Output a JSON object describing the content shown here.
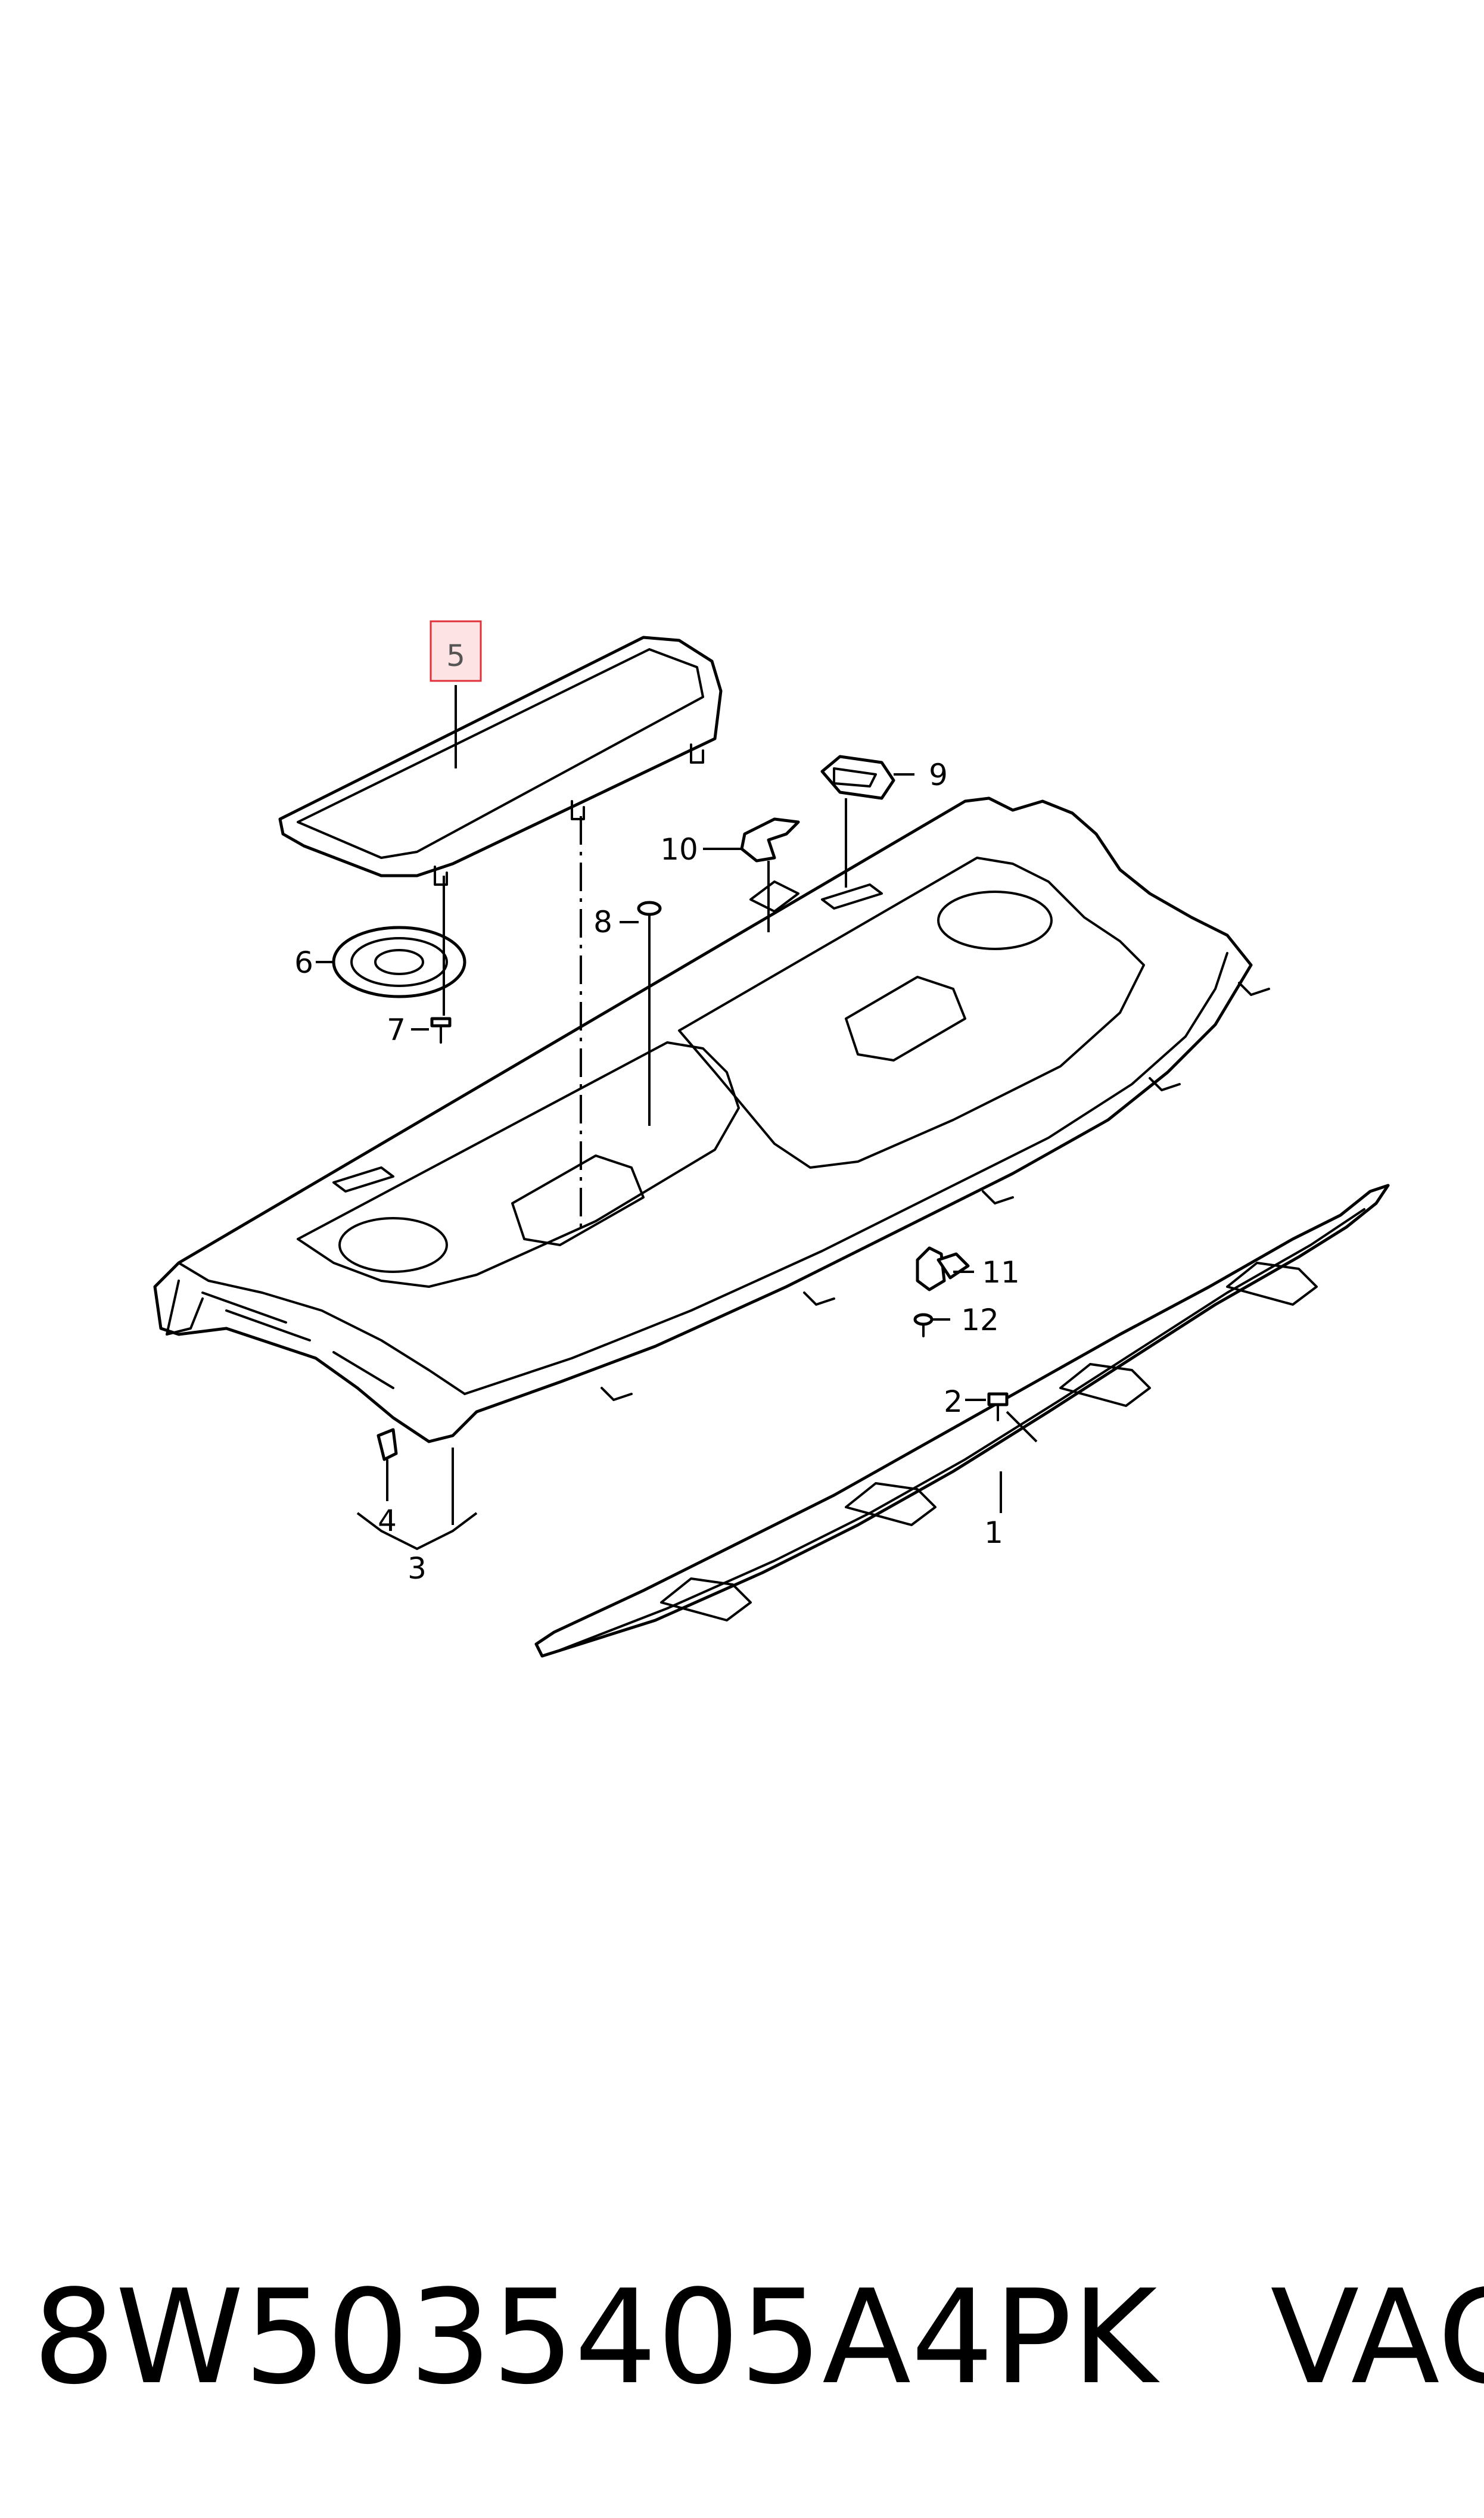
{
  "diagram": {
    "callouts": [
      {
        "id": "1",
        "text": "1"
      },
      {
        "id": "2",
        "text": "2"
      },
      {
        "id": "3",
        "text": "3"
      },
      {
        "id": "4",
        "text": "4"
      },
      {
        "id": "5",
        "text": "5",
        "highlighted": true
      },
      {
        "id": "6",
        "text": "6"
      },
      {
        "id": "7",
        "text": "7"
      },
      {
        "id": "8",
        "text": "8"
      },
      {
        "id": "9",
        "text": "9"
      },
      {
        "id": "10",
        "text": "10"
      },
      {
        "id": "11",
        "text": "11"
      },
      {
        "id": "12",
        "text": "12"
      }
    ],
    "highlight_color": "#e0303a",
    "highlight_fill": "#fde3e4"
  },
  "footer": {
    "part_number": "8W5035405A4PK",
    "brand": "VAG"
  }
}
